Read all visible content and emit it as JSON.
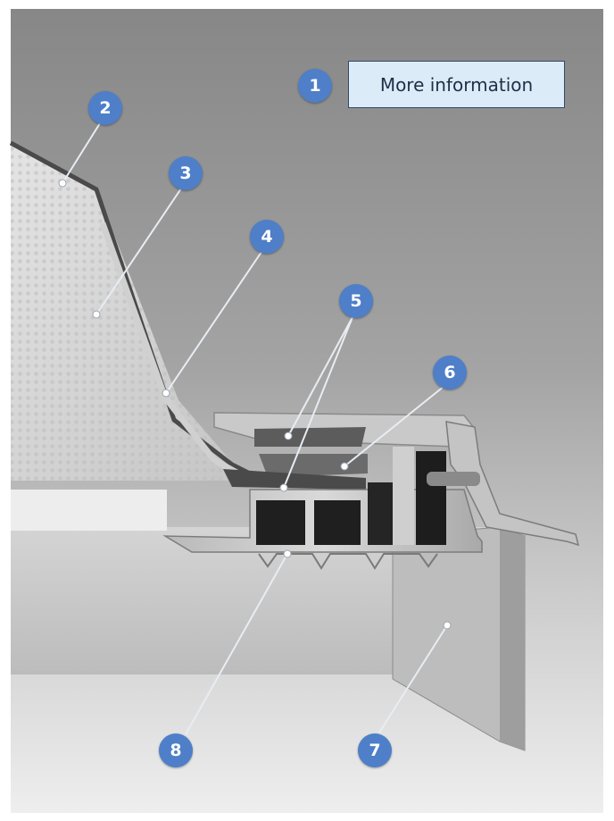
{
  "info_button": {
    "label": "More information"
  },
  "markers": [
    {
      "number": "1",
      "target": "info-button"
    },
    {
      "number": "2",
      "target": "outer-skin"
    },
    {
      "number": "3",
      "target": "insulation-panel"
    },
    {
      "number": "4",
      "target": "inner-skin"
    },
    {
      "number": "5",
      "target": "upper-gasket"
    },
    {
      "number": "6",
      "target": "glazing-bar-seal"
    },
    {
      "number": "7",
      "target": "upstand-frame"
    },
    {
      "number": "8",
      "target": "base-profile"
    }
  ],
  "colors": {
    "marker": "#4e7fc8",
    "marker_text": "#ffffff",
    "button_fill": "#dcebf8",
    "button_border": "#34496a",
    "leader_line": "#e8edf3"
  }
}
